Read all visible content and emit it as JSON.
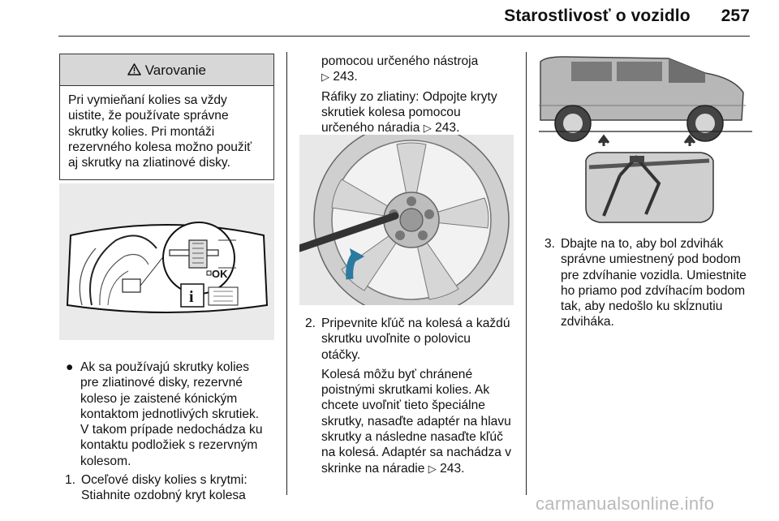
{
  "header": {
    "title": "Starostlivosť o vozidlo",
    "page": "257"
  },
  "warning": {
    "icon": "warning-triangle-icon",
    "title": "Varovanie",
    "text": [
      "Pri vymieňaní kolies sa vždy",
      "uistite, že používate správne",
      "skrutky kolies. Pri montáži",
      "rezervného kolesa možno použiť",
      "aj skrutky na zliatinové disky."
    ]
  },
  "figure1": {
    "ok_label": "OK",
    "info_label": "i"
  },
  "left": {
    "bullet": "●",
    "bullet_text": [
      "Ak sa používajú skrutky kolies",
      "pre zliatinové disky, rezervné",
      "koleso je zaistené kónickým",
      "kontaktom jednotlivých skrutiek.",
      "V takom prípade nedochádza ku",
      "kontaktu podložiek s rezervným",
      "kolesom."
    ],
    "step1_num": "1.",
    "step1_text": [
      "Oceľové disky kolies s krytmi:",
      "Stiahnite ozdobný kryt kolesa"
    ]
  },
  "middle": {
    "cont_text": [
      "pomocou určeného nástroja"
    ],
    "cont_ref": "243.",
    "alloy_text": [
      "Ráfiky zo zliatiny: Odpojte kryty",
      "skrutiek kolesa pomocou",
      "určeného náradia"
    ],
    "alloy_ref": "243.",
    "step2_num": "2.",
    "step2_text": [
      "Pripevnite kľúč na kolesá a každú",
      "skrutku uvoľnite o polovicu",
      "otáčky."
    ],
    "step2b_text": [
      "Kolesá môžu byť chránené",
      "poistnými skrutkami kolies. Ak",
      "chcete uvoľniť tieto špeciálne",
      "skrutky, nasaďte adaptér na hlavu",
      "skrutky a následne nasaďte kľúč",
      "na kolesá. Adaptér sa nachádza v",
      "skrinke na náradie"
    ],
    "step2b_ref": "243.",
    "ref_arrow": "▷"
  },
  "right": {
    "step3_num": "3.",
    "step3_text": [
      "Dbajte na to, aby bol zdvihák",
      "správne umiestnený pod bodom",
      "pre zdvíhanie vozidla. Umiestnite",
      "ho priamo pod zdvíhacím bodom",
      "tak, aby nedošlo ku skĺznutiu",
      "zdviháka."
    ]
  },
  "footer": {
    "watermark": "carmanualsonline.info"
  }
}
